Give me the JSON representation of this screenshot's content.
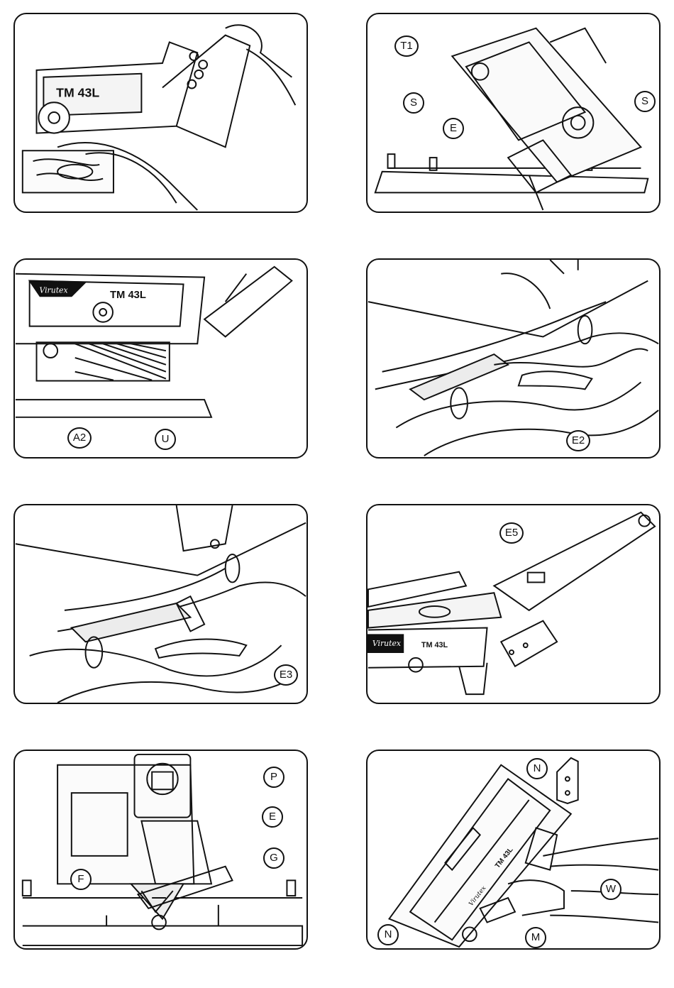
{
  "model_label": "TM 43L",
  "brand_label": "Virutex",
  "callouts": {
    "t1": "T1",
    "s": "S",
    "e": "E",
    "a2": "A2",
    "u": "U",
    "e2": "E2",
    "e3": "E3",
    "e5": "E5",
    "p": "P",
    "f": "F",
    "g": "G",
    "n": "N",
    "w": "W",
    "m": "M"
  }
}
